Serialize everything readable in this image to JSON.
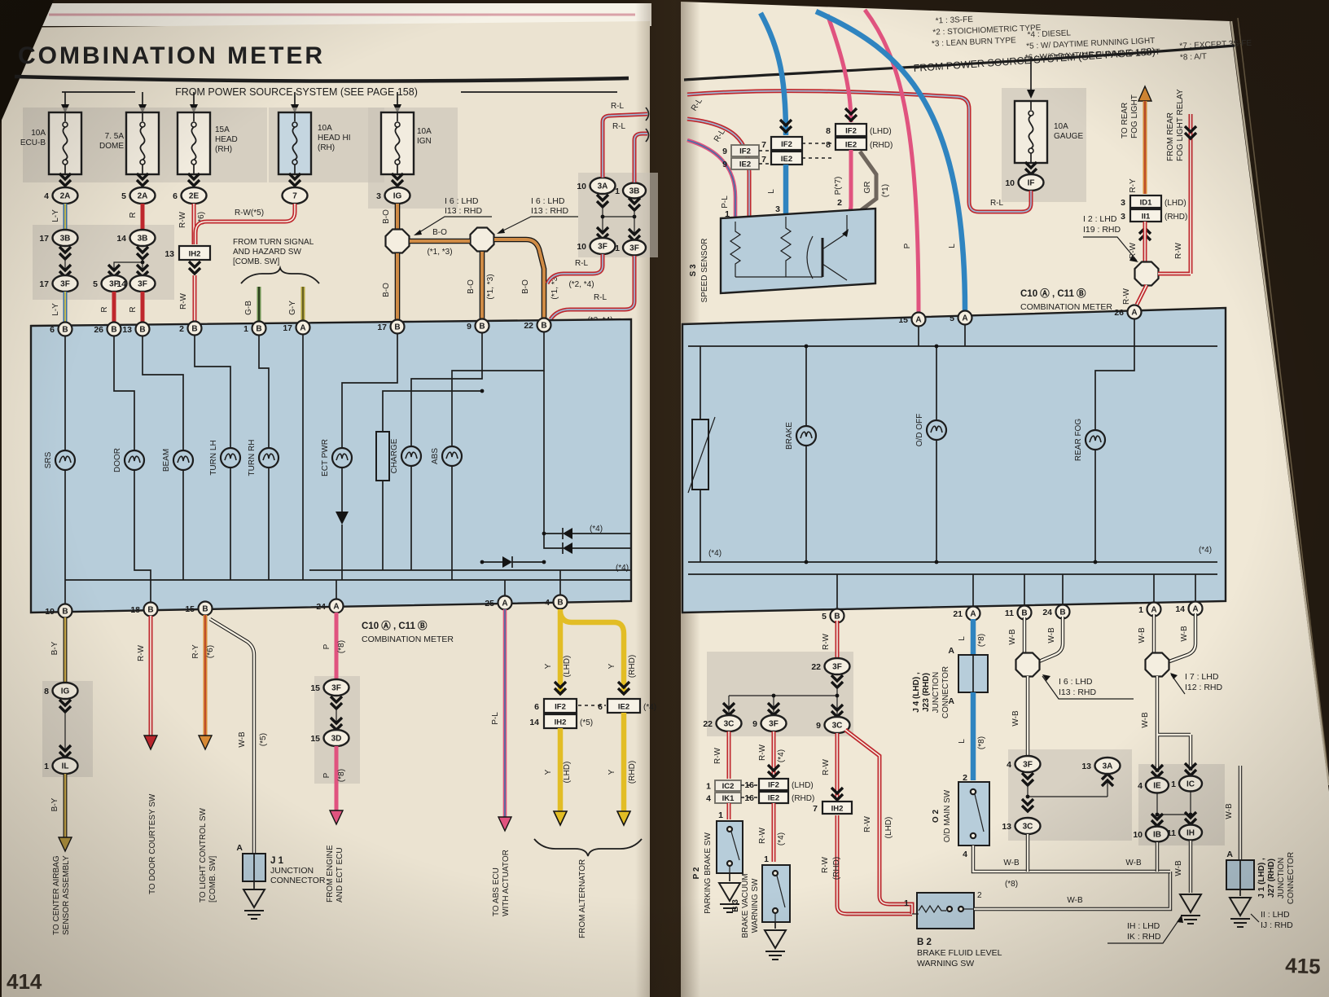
{
  "pages": {
    "left_number": "414",
    "right_number": "415"
  },
  "left_title": "COMBINATION METER",
  "power_source": "FROM POWER SOURCE SYSTEM (SEE PAGE 158)",
  "notes": [
    "*1 : 3S-FE",
    "*2 : STOICHIOMETRIC TYPE",
    "*3 : LEAN BURN TYPE",
    "*4 : DIESEL",
    "*5 : W/ DAYTIME RUNNING LIGHT",
    "*6 : W/O DAYTIME RUNNING LIGHT",
    "*7 : EXCEPT 3S-FE",
    "*8 : A/T"
  ],
  "fuses": [
    [
      "10A",
      "ECU-B",
      ""
    ],
    [
      "7. 5A",
      "DOME",
      ""
    ],
    [
      "15A",
      "HEAD",
      "(RH)"
    ],
    [
      "10A",
      "HEAD HI",
      "(RH)"
    ],
    [
      "10A",
      "IGN",
      ""
    ]
  ],
  "gauge": [
    "10A",
    "GAUGE"
  ],
  "wc": {
    "ly": "L-Y",
    "r": "R",
    "rw": "R-W",
    "rw5": "R-W(*5)",
    "n6": "(*6)",
    "n5": "(*5)",
    "bo": "B-O",
    "n13": "(*1, *3)",
    "rl": "R-L",
    "n24": "(*2, *4)",
    "gb": "G-B",
    "gy": "G-Y",
    "by": "B-Y",
    "ry": "R-Y",
    "wb": "W-B",
    "p": "P",
    "pl": "P-L",
    "n8": "(*8)",
    "y": "Y",
    "l": "L",
    "p7": "P(*7)",
    "gr": "GR",
    "n1": "(*1)",
    "n4": "(*4)",
    "lhd": "(LHD)",
    "rhd": "(RHD)"
  },
  "lamps_left": [
    "SRS",
    "DOOR",
    "BEAM",
    "TURN LH",
    "TURN RH",
    "ECT PWR",
    "CHARGE",
    "ABS"
  ],
  "lamps_right": [
    "BRAKE",
    "O/D OFF",
    "REAR FOG"
  ],
  "lov": [
    [
      "4",
      "2A"
    ],
    [
      "5",
      "2A"
    ],
    [
      "6",
      "2E"
    ],
    [
      "",
      "7"
    ],
    [
      "3",
      "IG"
    ],
    [
      "17",
      "3B"
    ],
    [
      "14",
      "3B"
    ],
    [
      "17",
      "3F"
    ],
    [
      "5",
      "3F"
    ],
    [
      "14",
      "3F"
    ],
    [
      "13",
      "IH2"
    ],
    [
      "10",
      "3A"
    ],
    [
      "1",
      "3B"
    ],
    [
      "10",
      "3F"
    ],
    [
      "1",
      "3F"
    ],
    [
      "6",
      "B"
    ],
    [
      "26",
      "B"
    ],
    [
      "13",
      "B"
    ],
    [
      "2",
      "B"
    ],
    [
      "1",
      "B"
    ],
    [
      "17",
      "A"
    ],
    [
      "17",
      "B"
    ],
    [
      "9",
      "B"
    ],
    [
      "22",
      "B"
    ],
    [
      "19",
      "B"
    ],
    [
      "18",
      "B"
    ],
    [
      "15",
      "B"
    ],
    [
      "24",
      "A"
    ],
    [
      "25",
      "A"
    ],
    [
      "4",
      "B"
    ],
    [
      "8",
      "IG"
    ],
    [
      "1",
      "IL"
    ],
    [
      "15",
      "3F"
    ],
    [
      "15",
      "3D"
    ],
    [
      "6",
      "IF2"
    ],
    [
      "14",
      "IH2"
    ],
    [
      "6",
      "IE2"
    ]
  ],
  "rov": [
    [
      "10",
      "IF"
    ],
    [
      "9",
      "IF2"
    ],
    [
      "9",
      "IE2"
    ],
    [
      "7",
      "IF2"
    ],
    [
      "7",
      "IE2"
    ],
    [
      "8",
      "IF2"
    ],
    [
      "8",
      "IE2"
    ],
    [
      "3",
      "ID1"
    ],
    [
      "3",
      "II1"
    ],
    [
      "15",
      "A"
    ],
    [
      "5",
      "A"
    ],
    [
      "26",
      "A"
    ],
    [
      "5",
      "B"
    ],
    [
      "21",
      "A"
    ],
    [
      "11",
      "B"
    ],
    [
      "24",
      "B"
    ],
    [
      "1",
      "A"
    ],
    [
      "14",
      "A"
    ],
    [
      "22",
      "3F"
    ],
    [
      "22",
      "3C"
    ],
    [
      "9",
      "3F"
    ],
    [
      "9",
      "3C"
    ],
    [
      "1",
      "IC2"
    ],
    [
      "4",
      "IK1"
    ],
    [
      "16",
      "IF2"
    ],
    [
      "16",
      "IE2"
    ],
    [
      "7",
      "IH2"
    ],
    [
      "4",
      "3F"
    ],
    [
      "13",
      "3A"
    ],
    [
      "13",
      "3C"
    ],
    [
      "4",
      "IE"
    ],
    [
      "1",
      "IC"
    ],
    [
      "10",
      "IB"
    ],
    [
      "11",
      "IH"
    ]
  ],
  "pins": {
    "s1": "1",
    "s2": "2",
    "s3": "3",
    "od2": "2",
    "od4": "4",
    "pk1": "1",
    "vac1": "1",
    "b21": "1",
    "b22": "2",
    "jA": "A"
  },
  "callouts": {
    "i6": "I 6 : LHD",
    "i13": "I13 : RHD",
    "i2": "I 2 : LHD",
    "i19": "I19 : RHD",
    "i7": "I 7 : LHD",
    "i12": "I12 : RHD",
    "ih": "IH : LHD",
    "ik": "IK : RHD",
    "ii": "II : LHD",
    "ij": "IJ : RHD"
  },
  "comp": {
    "meter_id": "C10 Ⓐ , C11 Ⓑ",
    "meter": "COMBINATION METER",
    "s3": "S 3",
    "speed": "SPEED SENSOR",
    "j1": "J 1",
    "junction": "JUNCTION",
    "connector": "CONNECTOR",
    "j4": "J 4 (LHD) ,",
    "j23": "J23 (RHD)",
    "j1l": "J 1 (LHD) ,",
    "j27": "J27 (RHD)",
    "p2": "P 2",
    "park": "PARKING BRAKE SW",
    "b3": "B 3",
    "vac1": "BRAKE VACUUM",
    "vac2": "WARNING SW",
    "b2": "B 2",
    "fl1": "BRAKE FLUID LEVEL",
    "fl2": "WARNING SW",
    "o2": "O 2",
    "od": "O/D MAIN SW"
  },
  "dest": {
    "ts1": "FROM TURN SIGNAL",
    "ts2": "AND HAZARD SW",
    "ts3": "[COMB.  SW]",
    "ab1": "TO CENTER AIRBAG",
    "ab2": "SENSOR ASSEMBLY",
    "door": "TO DOOR COURTESY SW",
    "lc1": "TO LIGHT CONTROL SW",
    "lc2": "[COMB.  SW]",
    "en1": "FROM ENGINE",
    "en2": "AND ECT ECU",
    "abs1": "TO ABS ECU",
    "abs2": "WITH ACTUATOR",
    "alt": "FROM ALTERNATOR",
    "rf1": "TO REAR",
    "rf2": "FOG LIGHT",
    "rr1": "FROM REAR",
    "rr2": "FOG LIGHT RELAY"
  },
  "colors": {
    "meter_box": "#b7cdda",
    "wire_red": "#bf272d",
    "wire_orange": "#cf8b45",
    "wire_yellow": "#e2bd25",
    "wire_blue": "#2f84c0",
    "wire_pink": "#e0537f",
    "wire_green": "#6b9150",
    "wire_gray": "#6f665d",
    "paper": "#ebe3d1"
  }
}
